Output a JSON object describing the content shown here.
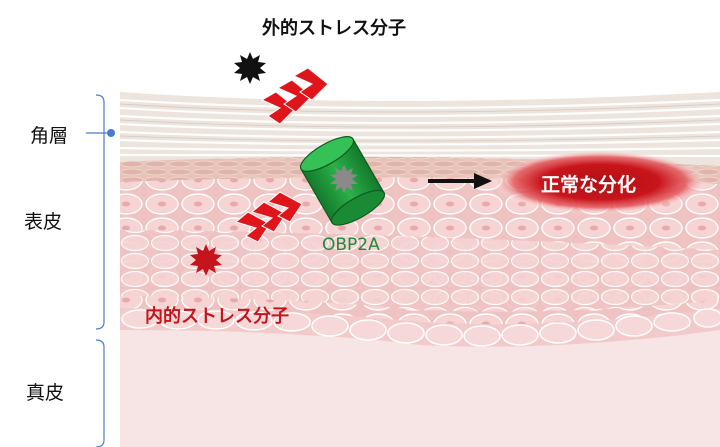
{
  "labels": {
    "external_stress": "外的ストレス分子",
    "internal_stress": "内的ストレス分子",
    "stratum_corneum": "角層",
    "epidermis": "表皮",
    "dermis": "真皮",
    "protein": "OBP2A",
    "result": "正常な分化"
  },
  "colors": {
    "skin_base": "#f2c9c9",
    "dermis": "#f7e4e4",
    "cell_border": "#ffffff",
    "corneum_line": "#d9ccc4",
    "arrow_red": "#e0151c",
    "cylinder_green": "#1f9a3a",
    "text_red": "#c4151c",
    "text_green": "#1f8a3c",
    "bracket_blue": "#4a7bd0"
  },
  "icons": {
    "external_molecule": "black-starburst-icon",
    "internal_molecule": "red-starburst-icon",
    "bound_molecule": "gray-starburst-icon",
    "arrow": "right-arrow-icon"
  }
}
